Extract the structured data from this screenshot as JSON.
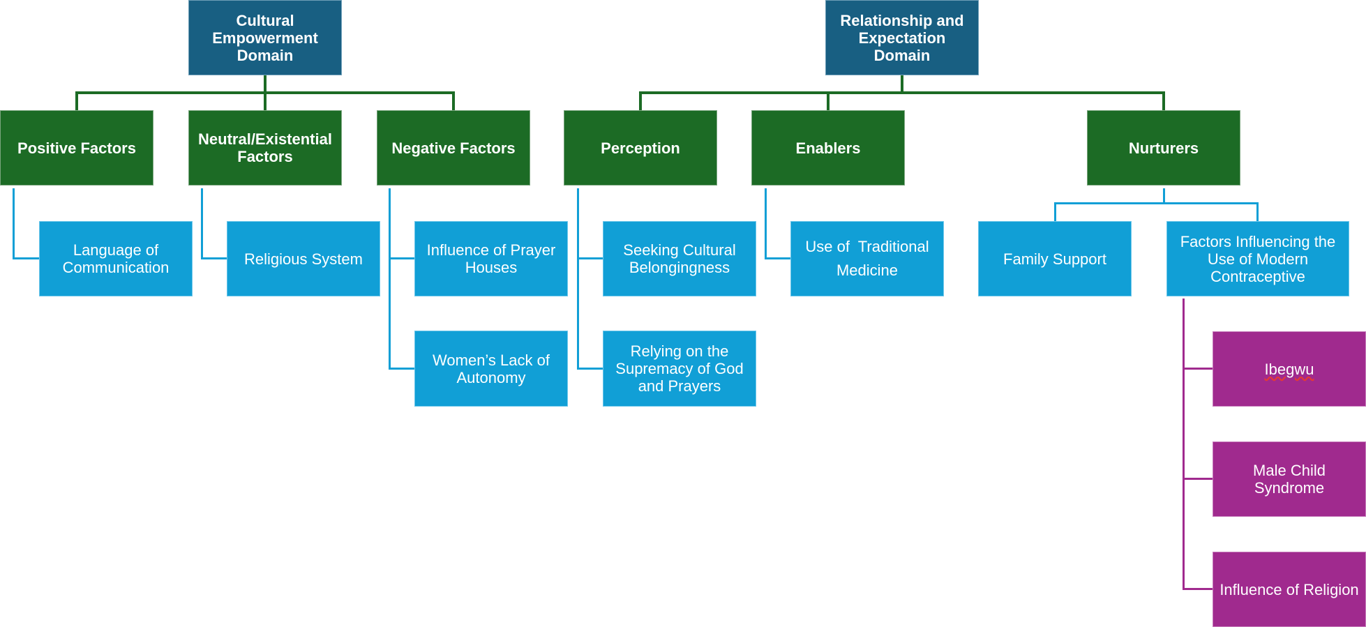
{
  "diagram": {
    "type": "hierarchy",
    "colors": {
      "domain": "#185F82",
      "category": "#1C6B25",
      "theme": "#119FD6",
      "subtheme": "#A02A8E"
    },
    "domains": [
      {
        "label": "Cultural\nEmpowerment\nDomain",
        "categories": [
          {
            "label": "Positive Factors",
            "themes": [
              "Language of\nCommunication"
            ]
          },
          {
            "label": "Neutral/Existential\nFactors",
            "themes": [
              "Religious System"
            ]
          },
          {
            "label": "Negative Factors",
            "themes": [
              "Influence of Prayer\nHouses",
              "Women’s Lack of\nAutonomy"
            ]
          }
        ]
      },
      {
        "label": "Relationship and\nExpectation\nDomain",
        "categories": [
          {
            "label": "Perception",
            "themes": [
              "Seeking Cultural\nBelongingness",
              "Relying on the\nSupremacy of God\nand Prayers"
            ]
          },
          {
            "label": "Enablers",
            "themes": [
              "Use of  Traditional\nMedicine"
            ]
          },
          {
            "label": "Nurturers",
            "themes": [
              "Family Support",
              "Factors Influencing the\nUse of Modern\nContraceptive"
            ],
            "subthemes": [
              "Ibegwu",
              "Male Child\nSyndrome",
              "Influence of Religion"
            ]
          }
        ]
      }
    ]
  }
}
